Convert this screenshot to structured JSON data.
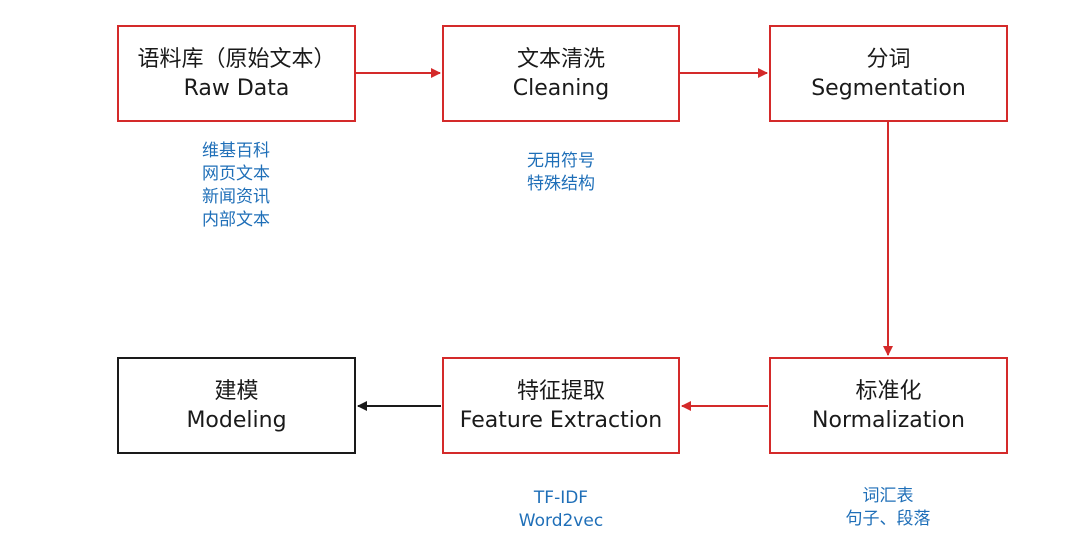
{
  "colors": {
    "flow": "#d42a2a",
    "final": "#1a1a1a",
    "note": "#1f6fb8"
  },
  "boxes": {
    "raw_data": {
      "zh": "语料库（原始文本）",
      "en": "Raw Data"
    },
    "cleaning": {
      "zh": "文本清洗",
      "en": "Cleaning"
    },
    "segmentation": {
      "zh": "分词",
      "en": "Segmentation"
    },
    "normalization": {
      "zh": "标准化",
      "en": "Normalization"
    },
    "feature_extraction": {
      "zh": "特征提取",
      "en": "Feature Extraction"
    },
    "modeling": {
      "zh": "建模",
      "en": "Modeling"
    }
  },
  "notes": {
    "raw_data": [
      "维基百科",
      "网页文本",
      "新闻资讯",
      "内部文本"
    ],
    "cleaning": [
      "无用符号",
      "特殊结构"
    ],
    "feature_extraction": [
      "TF-IDF",
      "Word2vec"
    ],
    "normalization": [
      "词汇表",
      "句子、段落"
    ]
  }
}
